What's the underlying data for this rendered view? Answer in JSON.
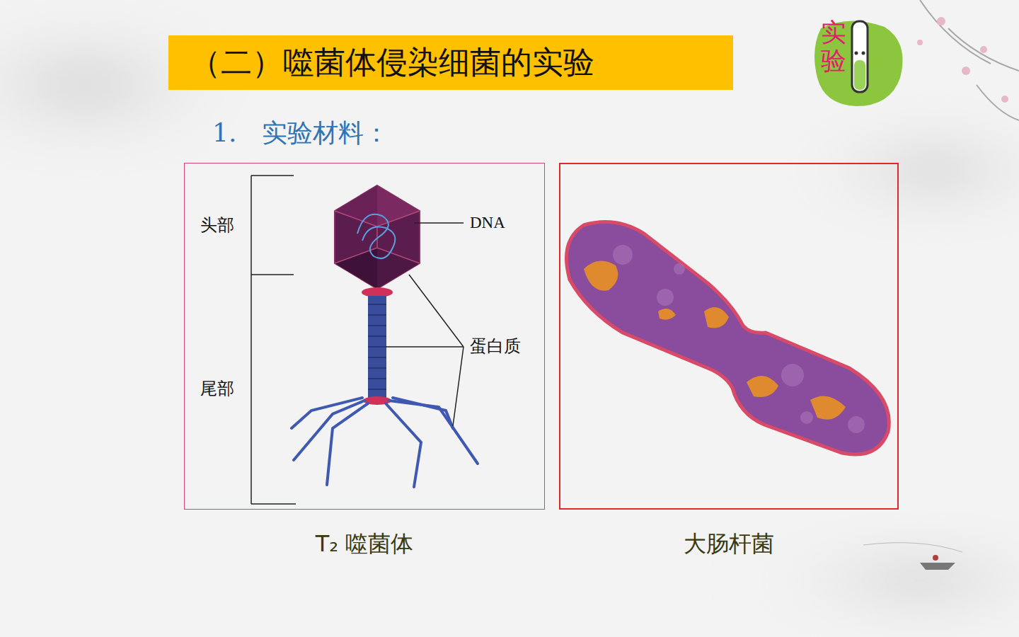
{
  "diagram": {
    "title": "（二）噬菌体侵染细菌的实验",
    "nodes": [
      {
        "text": [
          "T₂ 噬菌体"
        ]
      },
      {
        "text": [
          "大肠杆菌"
        ]
      }
    ],
    "labels": [
      "实验",
      "1.　实验材料：",
      "头部",
      "尾部",
      "DNA",
      "蛋白质"
    ]
  }
}
